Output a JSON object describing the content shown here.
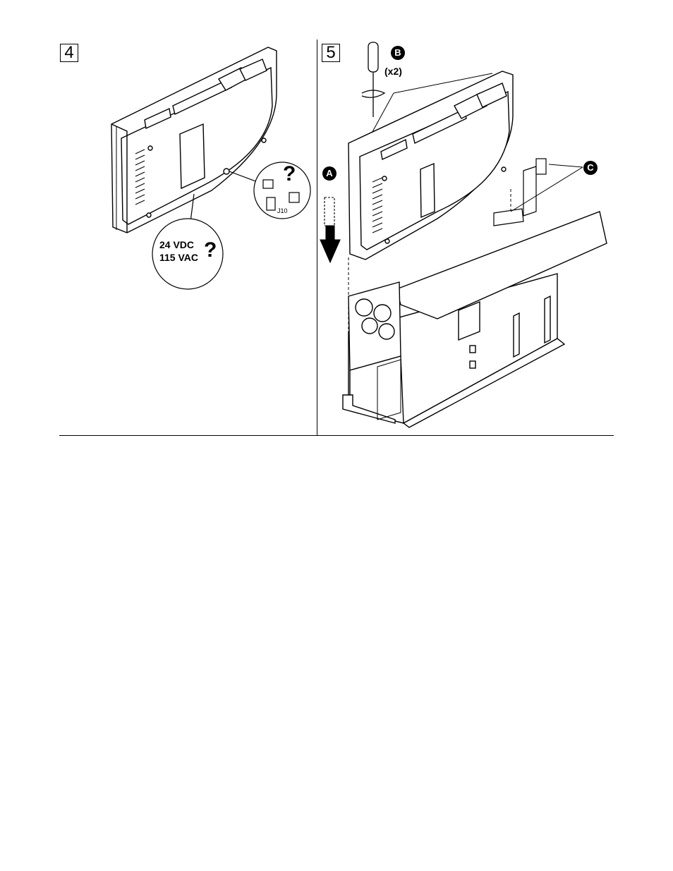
{
  "steps": {
    "step4": {
      "number": "4"
    },
    "step5": {
      "number": "5"
    }
  },
  "step4": {
    "jumper_label": "J10",
    "voltage_1": "24 VDC",
    "voltage_2": "115 VAC",
    "question_mark": "?"
  },
  "step5": {
    "callout_a": "A",
    "callout_b": "B",
    "callout_c": "C",
    "quantity": "(x2)"
  }
}
